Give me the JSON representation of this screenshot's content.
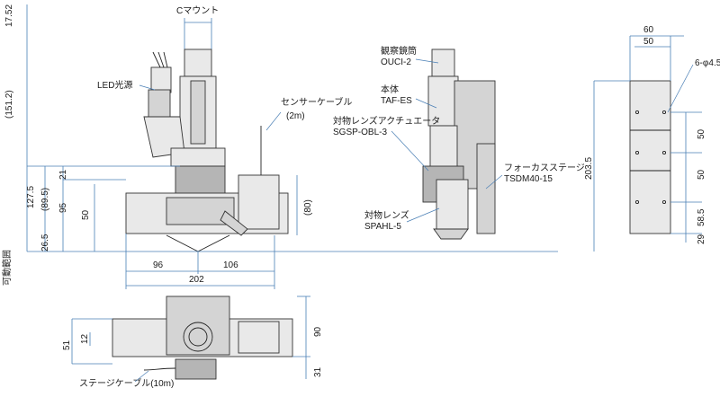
{
  "front_view": {
    "labels": {
      "c_mount": "Cマウント",
      "led": "LED光源",
      "sensor_cable_1": "センサーケーブル",
      "sensor_cable_2": "(2m)"
    },
    "dims_left": [
      "17.52",
      "(151.2)",
      "21",
      "(89.5)",
      "95",
      "50",
      "127.5",
      "26.5"
    ],
    "dims_bottom": [
      "96",
      "106",
      "202"
    ],
    "dim_right": "(80)",
    "movement_range": "可動範囲"
  },
  "side_view": {
    "labels": [
      {
        "name": "観察鏡筒",
        "code": "OUCI-2"
      },
      {
        "name": "本体",
        "code": "TAF-ES"
      },
      {
        "name": "対物レンズアクチュエータ",
        "code": "SGSP-OBL-3"
      },
      {
        "name": "フォーカスステージ",
        "code": "TSDM40-15"
      },
      {
        "name": "対物レンズ",
        "code": "SPAHL-5"
      }
    ]
  },
  "plate_view": {
    "dims_top": [
      "60",
      "50"
    ],
    "hole_label": "6-φ4.5",
    "dims_right": [
      "50",
      "50",
      "58.5",
      "29"
    ],
    "dim_height": "203.5"
  },
  "top_view": {
    "dims_left": [
      "51",
      "12"
    ],
    "dims_right": [
      "90",
      "31"
    ],
    "stage_cable": "ステージケーブル(10m)"
  }
}
